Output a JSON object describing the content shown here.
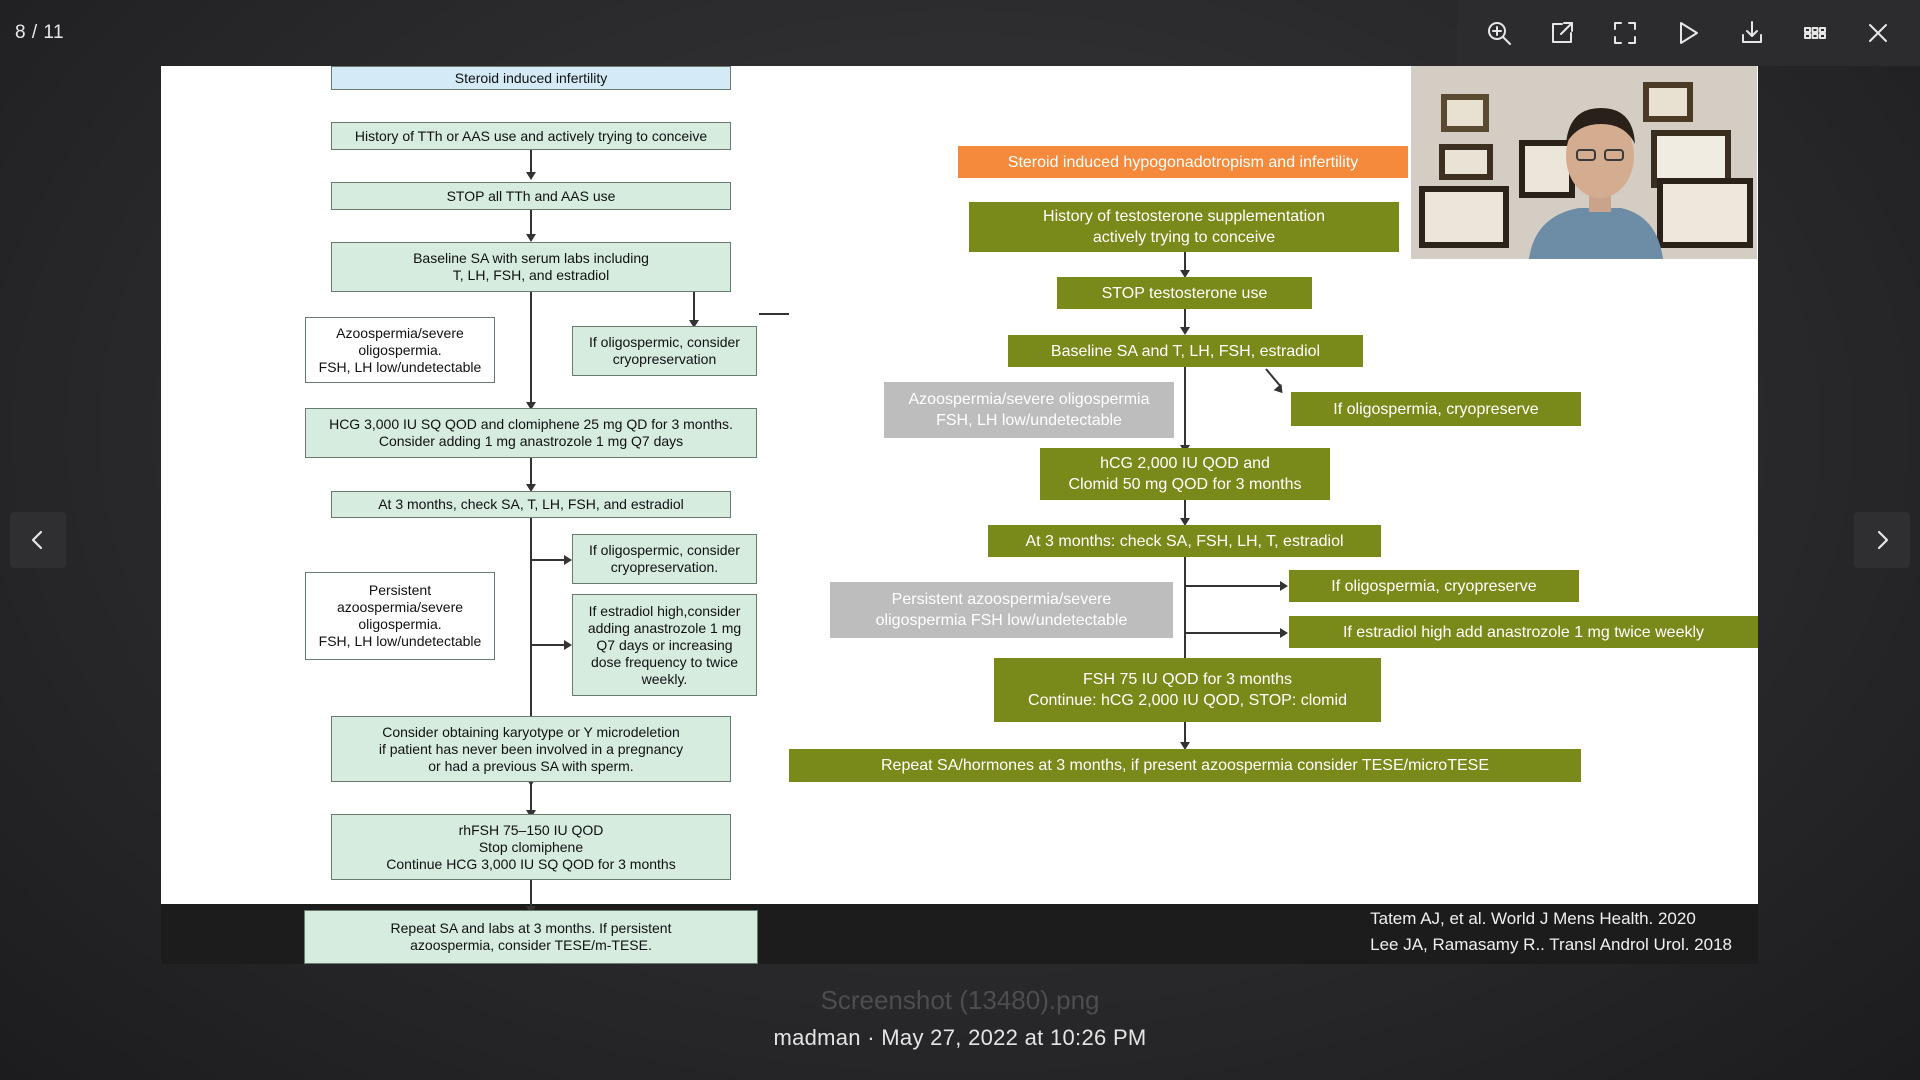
{
  "viewer": {
    "counter": "8 / 11",
    "filename": "Screenshot (13480).png",
    "meta": "madman · May 27, 2022 at 10:26 PM",
    "toolbar": [
      {
        "name": "zoom-in-button",
        "icon": "zoom-in-icon"
      },
      {
        "name": "open-external-button",
        "icon": "external-link-icon"
      },
      {
        "name": "fullscreen-button",
        "icon": "fullscreen-icon"
      },
      {
        "name": "slideshow-button",
        "icon": "play-icon"
      },
      {
        "name": "download-button",
        "icon": "download-icon"
      },
      {
        "name": "grid-view-button",
        "icon": "grid-icon"
      },
      {
        "name": "close-button",
        "icon": "close-icon"
      }
    ],
    "colors": {
      "background": "#1f1f21",
      "toolbar": "#2c2c2e",
      "right_chart_green": "#7a8a1a",
      "right_chart_orange": "#f58a3c",
      "left_chart_green": "#d6ecdf"
    }
  },
  "slide": {
    "left": {
      "title": "Steroid induced infertility",
      "b1": "History of TTh or AAS use and actively trying to conceive",
      "b2": "STOP all TTh and AAS use",
      "b3": "Baseline SA with serum labs including\nT, LH, FSH, and estradiol",
      "b4": "Azoospermia/severe\noligospermia.\nFSH, LH low/undetectable",
      "b5": "If oligospermic, consider\ncryopreservation",
      "b6": "HCG 3,000 IU SQ QOD and clomiphene 25 mg QD for 3 months.\nConsider adding 1 mg anastrozole 1 mg Q7 days",
      "b7": "At 3 months, check SA, T, LH, FSH, and estradiol",
      "b8": "If oligospermic, consider\ncryopreservation.",
      "b9": "Persistent\nazoospermia/severe\noligospermia.\nFSH, LH low/undetectable",
      "b10": "If estradiol high,consider\nadding anastrozole 1 mg\nQ7 days or increasing\ndose frequency to twice\nweekly.",
      "b11": "Consider obtaining karyotype or Y microdeletion\nif patient has never been involved in a pregnancy\nor had a previous SA with sperm.",
      "b12": "rhFSH 75–150 IU QOD\nStop clomiphene\nContinue HCG 3,000 IU SQ QOD for 3 months",
      "b13": "Repeat SA and labs at 3 months. If persistent\nazoospermia, consider TESE/m-TESE."
    },
    "right": {
      "title": "Steroid induced hypogonadotropism and infertility",
      "r1": "History of testosterone supplementation\nactively trying to conceive",
      "r2": "STOP testosterone use",
      "r3": "Baseline SA and T, LH, FSH, estradiol",
      "r4": "Azoospermia/severe oligospermia\nFSH, LH low/undetectable",
      "r5": "If oligospermia, cryopreserve",
      "r6": "hCG 2,000 IU QOD and\nClomid 50 mg QOD for 3 months",
      "r7": "At 3 months: check SA, FSH, LH, T, estradiol",
      "r8": "Persistent azoospermia/severe\noligospermia FSH low/undetectable",
      "r9": "If oligospermia, cryopreserve",
      "r10": "If estradiol high add anastrozole 1 mg twice weekly",
      "r11": "FSH 75 IU QOD for 3 months\nContinue: hCG 2,000 IU QOD, STOP: clomid",
      "r12": "Repeat SA/hormones at 3 months, if present azoospermia consider TESE/microTESE"
    },
    "citation1": "Tatem AJ, et al. World J Mens Health. 2020",
    "citation2": "Lee JA, Ramasamy R.. Transl Androl Urol. 2018"
  }
}
